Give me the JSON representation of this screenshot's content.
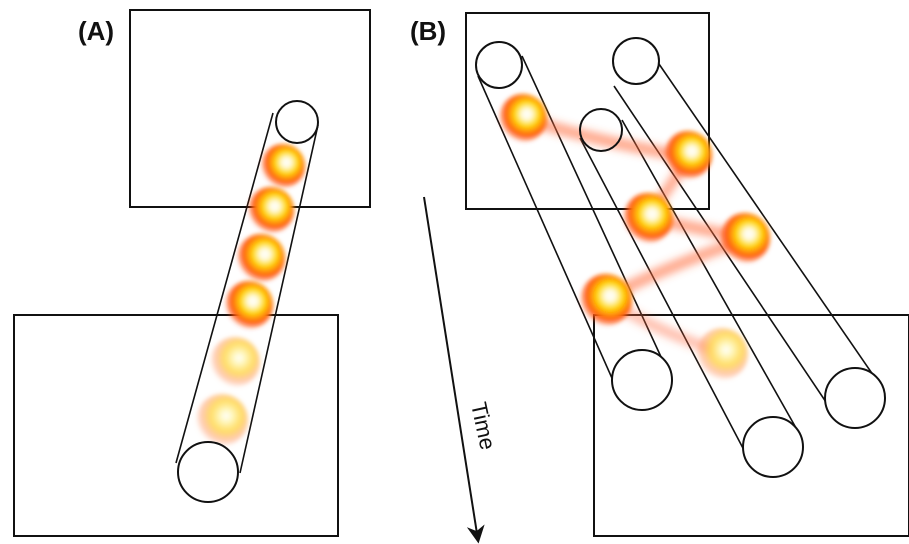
{
  "panel_a": {
    "label": "(A)"
  },
  "panel_b": {
    "label": "(B)"
  },
  "time_axis": {
    "label": "Time"
  },
  "colors": {
    "blob_core": "#fffbe0",
    "blob_mid": "#ffd700",
    "blob_outer": "#ff4500",
    "trail": "#ff6a3d",
    "line": "#111111"
  }
}
